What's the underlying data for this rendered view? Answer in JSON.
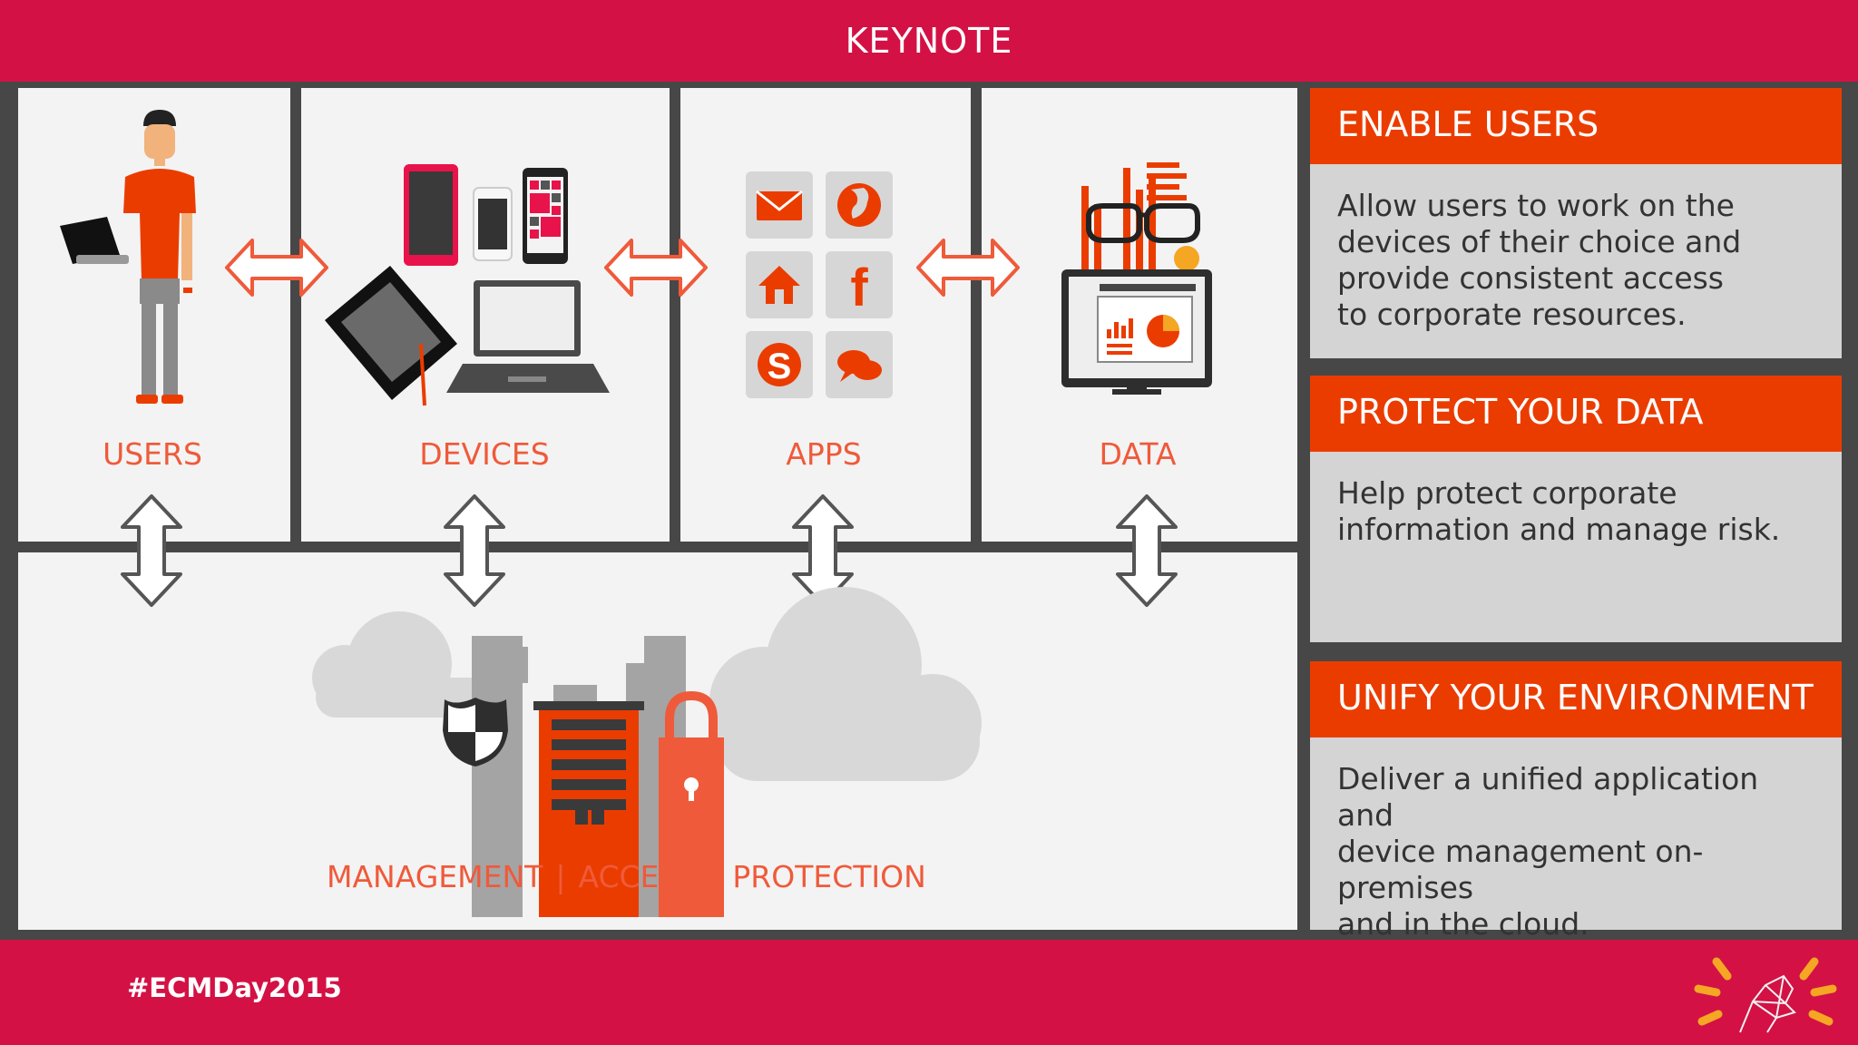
{
  "header": {
    "title": "KEYNOTE"
  },
  "diagram": {
    "columns": [
      {
        "label": "USERS"
      },
      {
        "label": "DEVICES"
      },
      {
        "label": "APPS"
      },
      {
        "label": "DATA"
      }
    ],
    "bottom": {
      "labels": [
        "MANAGEMENT",
        "ACCESS",
        "PROTECTION"
      ],
      "separator": "|"
    }
  },
  "panels": [
    {
      "heading": "ENABLE USERS",
      "lines": [
        "Allow users to work on the",
        "devices of their choice and",
        "provide consistent access",
        "to corporate resources."
      ]
    },
    {
      "heading": "PROTECT YOUR DATA",
      "lines": [
        "Help protect corporate",
        "information and manage risk."
      ]
    },
    {
      "heading": "UNIFY YOUR ENVIRONMENT",
      "lines": [
        "Deliver a unified application and",
        "device management on-premises",
        "and in the cloud."
      ]
    }
  ],
  "footer": {
    "hashtag": "#ECMDay2015"
  },
  "colors": {
    "brand": "#d31145",
    "accent": "#eb3c00",
    "icon_orange": "#ef5a3a",
    "frame": "#474747",
    "panel": "#d4d4d4"
  },
  "icons": [
    "user-with-laptop-icon",
    "devices-icon",
    "mail-icon",
    "globe-icon",
    "home-icon",
    "facebook-icon",
    "skype-icon",
    "chat-icon",
    "data-monitor-icon",
    "shield-icon",
    "building-icon",
    "padlock-icon",
    "cloud-icon",
    "sunburst-logo"
  ]
}
